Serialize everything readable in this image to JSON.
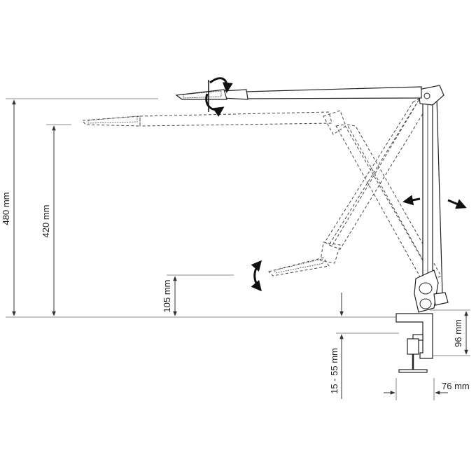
{
  "dimensions": {
    "max_height": "480 mm",
    "mid_height": "420 mm",
    "low_height": "105 mm",
    "clamp_height": "96 mm",
    "clamp_range": "15 - 55 mm",
    "clamp_width": "76 mm"
  }
}
